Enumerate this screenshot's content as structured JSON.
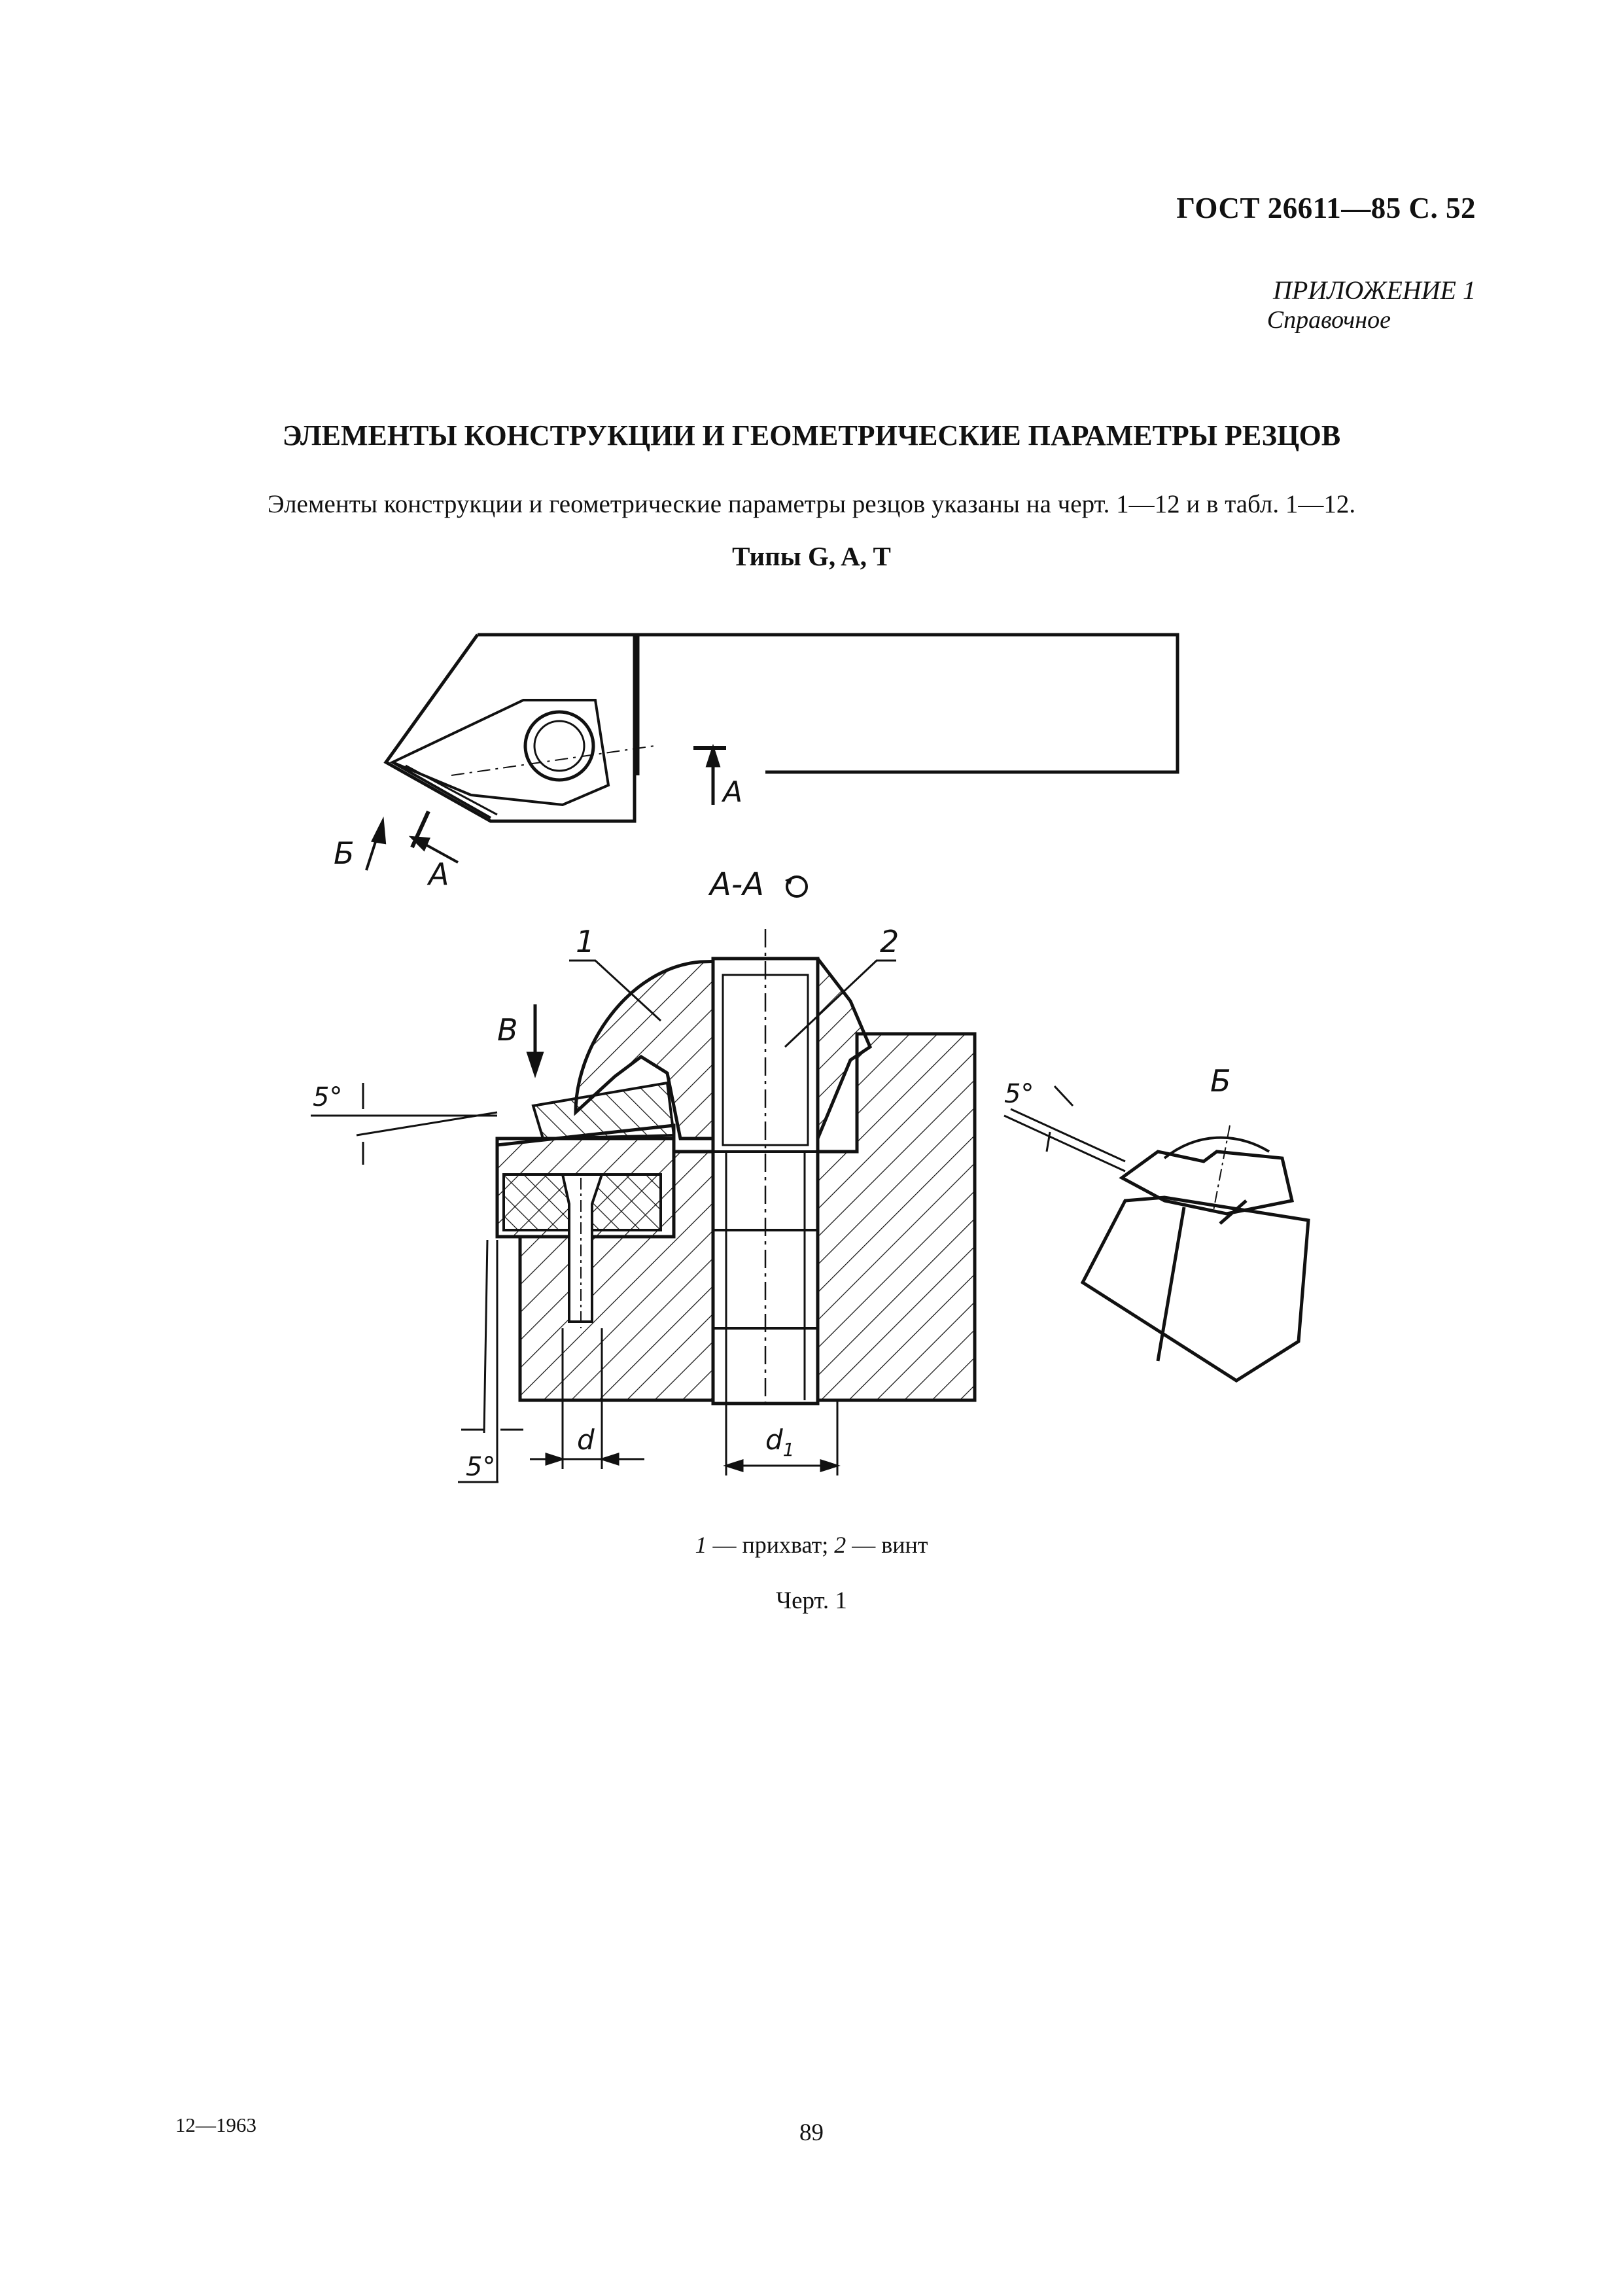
{
  "header": {
    "standard": "ГОСТ 26611—85 С. 52"
  },
  "appendix": {
    "label": "ПРИЛОЖЕНИЕ 1",
    "kind": "Справочное"
  },
  "section_title": "ЭЛЕМЕНТЫ КОНСТРУКЦИИ И ГЕОМЕТРИЧЕСКИЕ ПАРАМЕТРЫ РЕЗЦОВ",
  "intro": "Элементы конструкции и геометрические параметры резцов указаны на черт. 1—12 и в табл. 1—12.",
  "types_heading": "Типы G, A, T",
  "drawing": {
    "section_mark": "А",
    "section_title": "А-А",
    "view_b": "Б",
    "view_v": "В",
    "callout_1": "1",
    "callout_2": "2",
    "angle_left": "5°",
    "angle_bottom": "5°",
    "angle_view": "5°",
    "dim_d": "d",
    "dim_d1": "d",
    "dim_d1_sub": "1"
  },
  "legend": {
    "n1": "1",
    "t1": " — прихват; ",
    "n2": "2",
    "t2": " — винт"
  },
  "figure_caption": "Черт. 1",
  "footer": {
    "print_code": "12—1963",
    "page_number": "89"
  }
}
